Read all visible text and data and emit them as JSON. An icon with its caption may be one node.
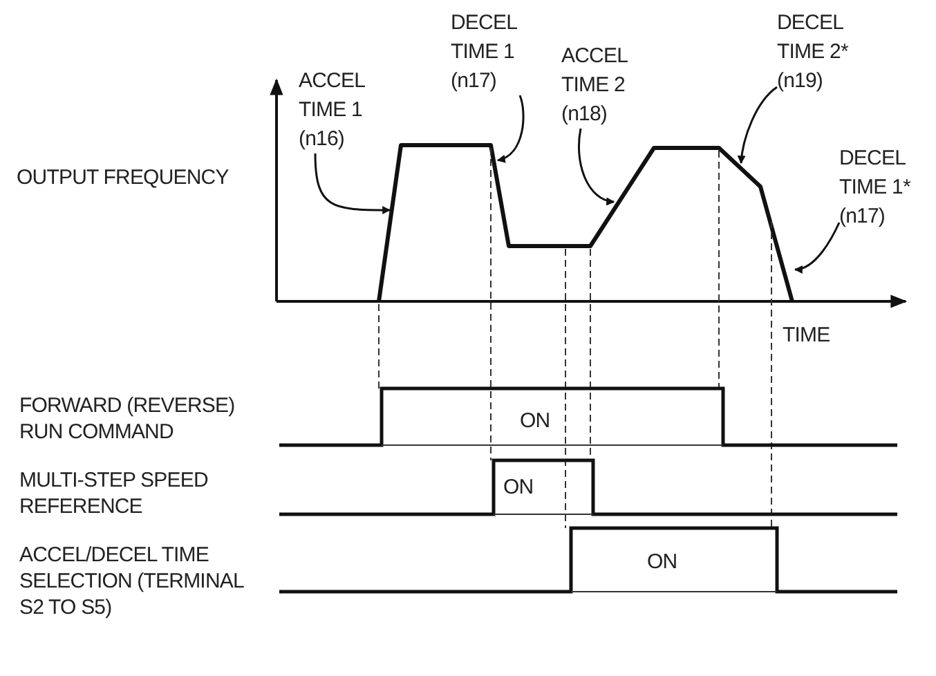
{
  "diagram": {
    "nodes": [
      {
        "text": [
          "ACCEL TIME 1 (n16)"
        ]
      },
      {
        "text": [
          "DECEL TIME 1 (n17)"
        ]
      },
      {
        "text": [
          "ACCEL TIME 2 (n18)"
        ]
      },
      {
        "text": [
          "DECEL TIME 2* (n19)"
        ]
      },
      {
        "text": [
          "DECEL TIME 1* (n17)"
        ]
      },
      {
        "text": [],
        "shape": "line"
      }
    ],
    "edges": [
      {
        "from": 0,
        "to": 5,
        "arrow": "to"
      },
      {
        "from": 1,
        "to": 5,
        "arrow": "to"
      },
      {
        "from": 2,
        "to": 5,
        "arrow": "to"
      },
      {
        "from": 3,
        "to": 5,
        "arrow": "to"
      },
      {
        "from": 4,
        "to": 5,
        "arrow": "to"
      }
    ],
    "labels": [
      "OUTPUT FREQUENCY",
      "TIME",
      "FORWARD (REVERSE) RUN COMMAND",
      "ON",
      "MULTI-STEP SPEED REFERENCE",
      "ON",
      "ACCEL/DECEL TIME SELECTION (TERMINAL S2 TO S5)",
      "ON"
    ]
  }
}
